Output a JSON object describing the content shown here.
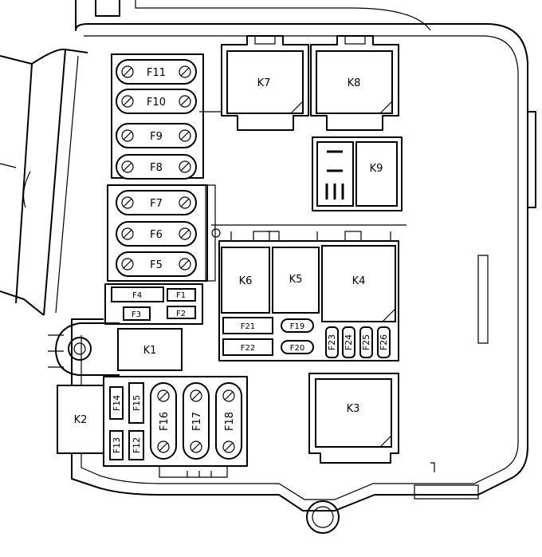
{
  "relays": {
    "k1": "K1",
    "k2": "K2",
    "k3": "K3",
    "k4": "K4",
    "k5": "K5",
    "k6": "K6",
    "k7": "K7",
    "k8": "K8",
    "k9": "K9"
  },
  "fuses": {
    "f1": "F1",
    "f2": "F2",
    "f3": "F3",
    "f4": "F4",
    "f5": "F5",
    "f6": "F6",
    "f7": "F7",
    "f8": "F8",
    "f9": "F9",
    "f10": "F10",
    "f11": "F11",
    "f12": "F12",
    "f13": "F13",
    "f14": "F14",
    "f15": "F15",
    "f16": "F16",
    "f17": "F17",
    "f18": "F18",
    "f19": "F19",
    "f20": "F20",
    "f21": "F21",
    "f22": "F22",
    "f23": "F23",
    "f24": "F24",
    "f25": "F25",
    "f26": "F26"
  }
}
